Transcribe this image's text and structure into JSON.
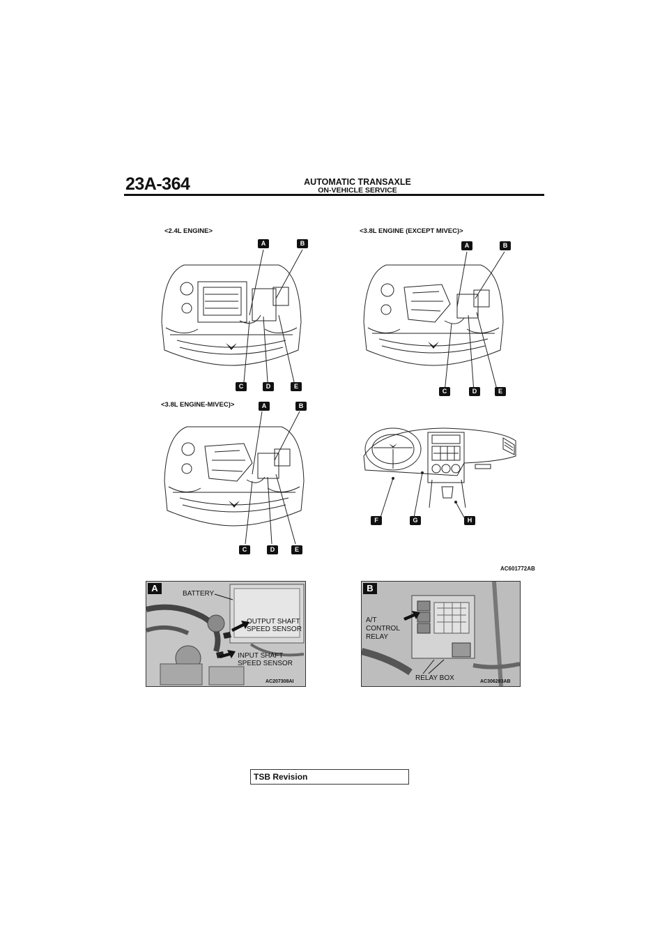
{
  "header": {
    "page_number": "23A-364",
    "title": "AUTOMATIC TRANSAXLE",
    "subtitle": "ON-VEHICLE SERVICE"
  },
  "figures": {
    "engine_24": {
      "caption": "<2.4L ENGINE>",
      "callouts": [
        "A",
        "B",
        "C",
        "D",
        "E"
      ]
    },
    "engine_38": {
      "caption": "<3.8L ENGINE (EXCEPT MIVEC)>",
      "callouts": [
        "A",
        "B",
        "C",
        "D",
        "E"
      ]
    },
    "engine_38_mivec": {
      "caption": "<3.8L ENGINE-MIVEC)>",
      "callouts": [
        "A",
        "B",
        "C",
        "D",
        "E"
      ]
    },
    "dashboard": {
      "callouts": [
        "F",
        "G",
        "H"
      ]
    },
    "figure_id": "AC601772AB"
  },
  "photos": {
    "photo_a": {
      "tag": "A",
      "labels": {
        "battery": "BATTERY",
        "output_1": "OUTPUT SHAFT",
        "output_2": "SPEED SENSOR",
        "input_1": "INPUT SHAFT",
        "input_2": "SPEED SENSOR"
      },
      "figure_id": "AC207308AI"
    },
    "photo_b": {
      "tag": "B",
      "labels": {
        "at_1": "A/T",
        "at_2": "CONTROL",
        "at_3": "RELAY",
        "relay_box": "RELAY BOX"
      },
      "figure_id": "AC306283AB"
    }
  },
  "footer": {
    "tsb": "TSB Revision"
  }
}
